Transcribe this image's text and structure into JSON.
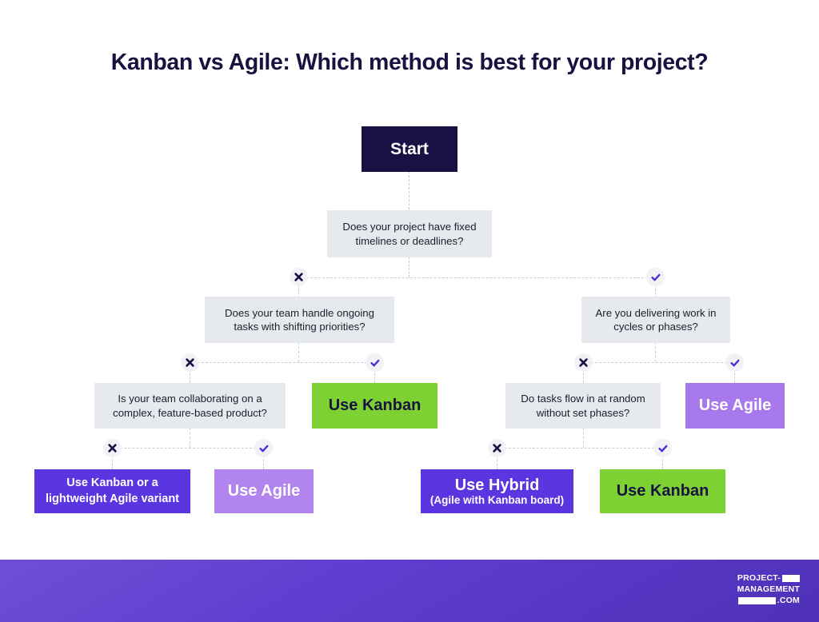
{
  "title": "Kanban vs Agile: Which method is best for your project?",
  "nodes": {
    "start": "Start",
    "q1": "Does your project have fixed timelines or deadlines?",
    "q2_left": "Does your team handle ongoing tasks with shifting priorities?",
    "q2_right": "Are you delivering work in cycles or phases?",
    "q3_left": "Is your team collaborating on a complex, feature-based product?",
    "q3_right": "Do tasks flow in at random without set phases?",
    "result_kanban_mid": "Use Kanban",
    "result_agile_mid": "Use Agile",
    "result_kanban_light_agile": "Use Kanban or a lightweight Agile variant",
    "result_agile_bottom": "Use Agile",
    "result_hybrid_main": "Use Hybrid",
    "result_hybrid_sub": "(Agile with Kanban board)",
    "result_kanban_bottom": "Use Kanban"
  },
  "branch_markers": {
    "no_icon": "cross-icon",
    "yes_icon": "check-icon"
  },
  "colors": {
    "start_box": "#1a1043",
    "decision_box": "#e6eaef",
    "green": "#7ed132",
    "purple_light": "#a779ec",
    "purple_mid": "#b285ee",
    "indigo": "#5b35df",
    "title_text": "#17123f",
    "connector": "#c8ccd6",
    "check_mark": "#4b2fd6",
    "cross_mark": "#1a1043",
    "footer_gradient_from": "#6e4fd4",
    "footer_gradient_to": "#4e30b8"
  },
  "footer": {
    "logo_line1": "PROJECT-",
    "logo_line2": "MANAGEMENT",
    "logo_line3": ".COM"
  }
}
